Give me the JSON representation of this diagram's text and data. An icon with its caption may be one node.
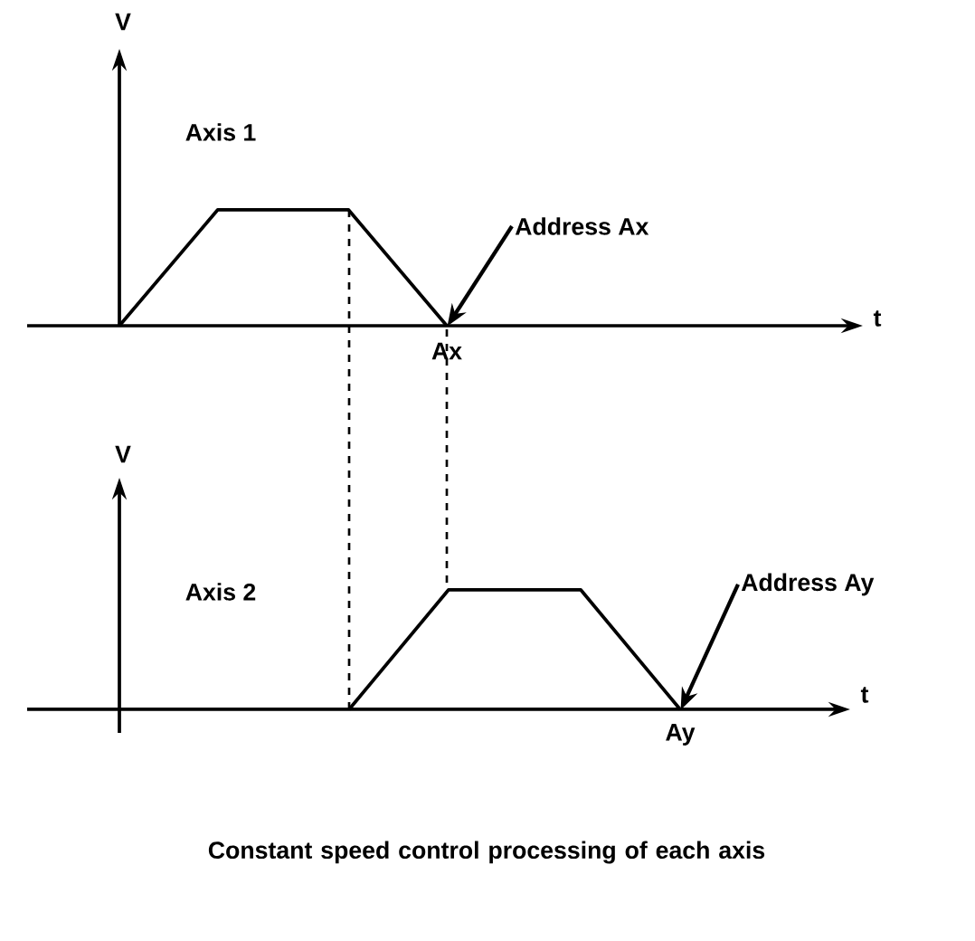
{
  "diagram": {
    "caption": "Constant speed control processing of each axis",
    "nodes": [
      {
        "text": [],
        "shape": "line"
      },
      {
        "text": [
          "Address Ax"
        ]
      },
      {
        "text": [],
        "shape": "line"
      },
      {
        "text": [
          "Address Ay"
        ]
      }
    ],
    "edges": [
      {
        "from": 1,
        "to": 0,
        "arrow": "to"
      },
      {
        "from": 3,
        "to": 2,
        "arrow": "to"
      }
    ],
    "labels": [
      "V",
      "Axis 1",
      "t",
      "Ax",
      "V",
      "Axis 2",
      "t",
      "Ay"
    ]
  }
}
